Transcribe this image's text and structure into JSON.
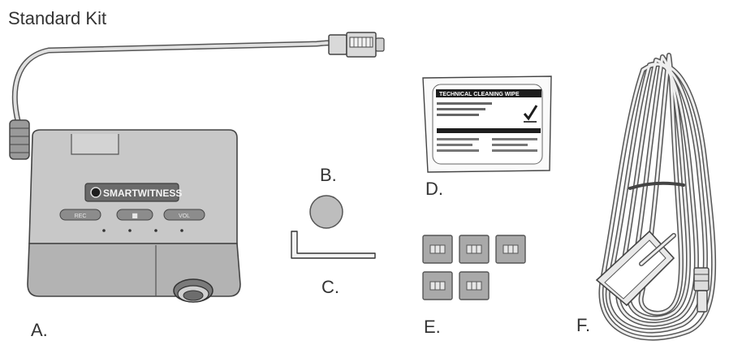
{
  "title": "Standard Kit",
  "items": [
    {
      "letter": "A."
    },
    {
      "letter": "B."
    },
    {
      "letter": "C."
    },
    {
      "letter": "D."
    },
    {
      "letter": "E."
    },
    {
      "letter": "F."
    }
  ],
  "device": {
    "brand": "SMARTWITNESS",
    "buttons": [
      "REC",
      "■",
      "VOL"
    ]
  },
  "wipe": {
    "heading": "TECHNICAL CLEANING WIPE"
  },
  "colors": {
    "outline": "#4a4a4a",
    "device_body": "#bdbdbd",
    "device_dark": "#5a5a5a",
    "pad": "#a9a9a9"
  }
}
